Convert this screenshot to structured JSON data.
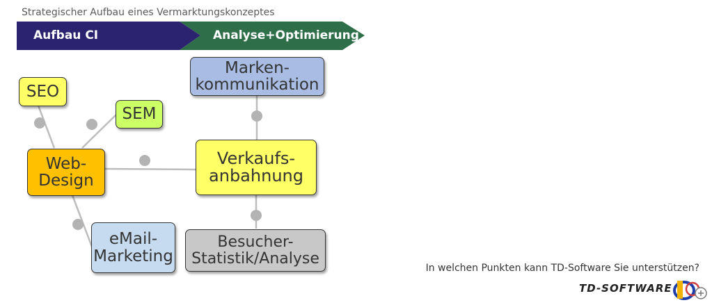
{
  "header": {
    "subtitle": "Strategischer Aufbau eines Vermarktungskonzeptes"
  },
  "banner": {
    "steps": [
      {
        "label": "Aufbau CI",
        "color": "#2b2370"
      },
      {
        "label": "Analyse+Optimierung",
        "color": "#2e6f4a"
      }
    ]
  },
  "nodes": {
    "seo": {
      "label": "SEO",
      "color": "#ffff66"
    },
    "sem": {
      "label": "SEM",
      "color": "#ccff66"
    },
    "webdesign": {
      "label": "Web-\nDesign",
      "color": "#ffc000"
    },
    "email": {
      "label": "eMail-\nMarketing",
      "color": "#c6dbef"
    },
    "verkauf": {
      "label": "Verkaufs-\nanbahnung",
      "color": "#ffff66"
    },
    "marken": {
      "label": "Marken-\nkommunikation",
      "color": "#a9bde4"
    },
    "besucher": {
      "label": "Besucher-\nStatistik/Analyse",
      "color": "#c8c8c8"
    }
  },
  "footer": {
    "question": "In welchen Punkten kann TD-Software Sie unterstützen?",
    "logo_text": "TD-SOFTWARE",
    "logo_icon": "td-software-logo-icon"
  }
}
